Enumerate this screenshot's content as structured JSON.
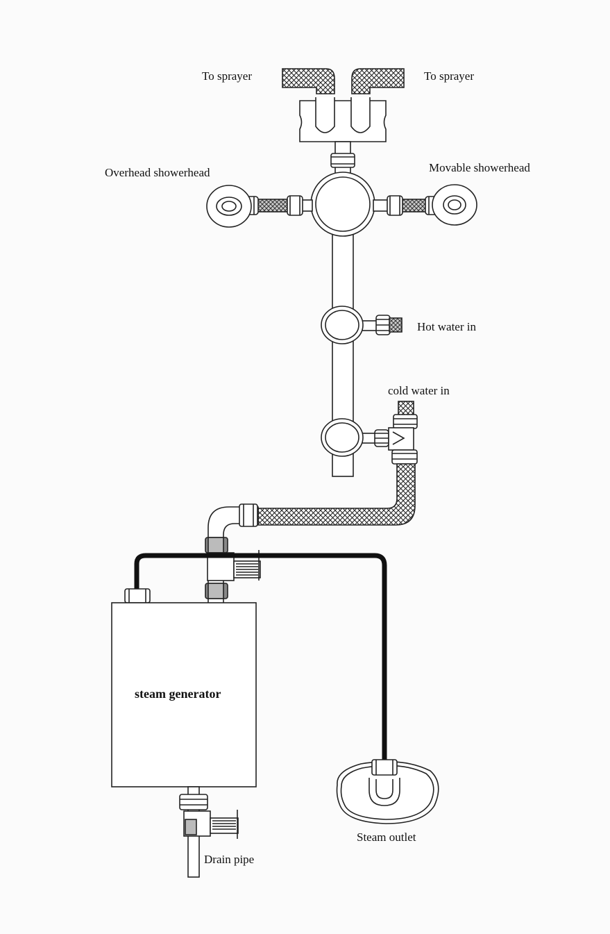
{
  "labels": {
    "to_sprayer_left": "To sprayer",
    "to_sprayer_right": "To sprayer",
    "overhead_showerhead": "Overhead showerhead",
    "movable_showerhead": "Movable showerhead",
    "hot_water_in": "Hot water in",
    "cold_water_in": "cold water in",
    "steam_generator": "steam generator",
    "steam_outlet": "Steam outlet",
    "drain_pipe": "Drain pipe"
  },
  "colors": {
    "line": "#222222",
    "steam_pipe": "#111111",
    "background": "#fbfbfb"
  }
}
